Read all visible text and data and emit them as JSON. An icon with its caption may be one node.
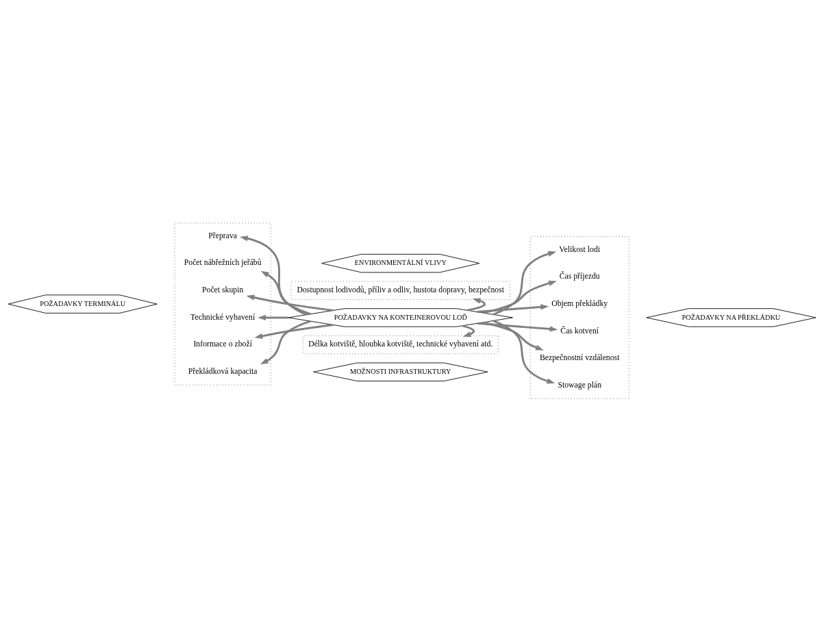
{
  "diagram": {
    "nodes": [
      {
        "text": [
          "ENVIRONMENTÁLNÍ VLIVY"
        ]
      },
      {
        "text": [
          "Dostupnost lodivodů, příliv a odliv, hustota dopravy, bezpečnost"
        ]
      },
      {
        "text": [
          "POŽADAVKY NA KONTEJNEROVOU LOĎ"
        ]
      },
      {
        "text": [
          "POŽADAVKY TERMINÁLU"
        ]
      },
      {
        "text": [],
        "shape": "box"
      },
      {
        "text": [
          "Přeprava"
        ],
        "in": 4
      },
      {
        "text": [
          "Počet nábřežních jeřábů"
        ],
        "in": 4
      },
      {
        "text": [
          "Počet skupin"
        ],
        "in": 4
      },
      {
        "text": [
          "Technické vybavení"
        ],
        "in": 4
      },
      {
        "text": [
          "Informace o zboží"
        ],
        "in": 4
      },
      {
        "text": [
          "Překládková kapacita"
        ],
        "in": 4
      },
      {
        "text": [
          "POŽADAVKY NA PŘEKLÁDKU"
        ]
      },
      {
        "text": [],
        "shape": "box"
      },
      {
        "text": [
          "Velikost lodi"
        ],
        "in": 12
      },
      {
        "text": [
          "Čas příjezdu"
        ],
        "in": 12
      },
      {
        "text": [
          "Objem překládky"
        ],
        "in": 12
      },
      {
        "text": [
          "Čas kotvení"
        ],
        "in": 12
      },
      {
        "text": [
          "Bezpečnostní vzdálenost"
        ],
        "in": 12
      },
      {
        "text": [
          "Stowage plán"
        ],
        "in": 12
      },
      {
        "text": [
          "Délka kotviště, hloubka kotviště, technické vybavení atd."
        ]
      },
      {
        "text": [
          "MOŽNOSTI INFRASTRUKTURY"
        ]
      }
    ],
    "edges": [
      {
        "from": 2,
        "to": 1,
        "arrow": "to"
      },
      {
        "from": 2,
        "to": 5,
        "arrow": "to"
      },
      {
        "from": 2,
        "to": 6,
        "arrow": "to"
      },
      {
        "from": 2,
        "to": 7,
        "arrow": "to"
      },
      {
        "from": 2,
        "to": 8,
        "arrow": "to"
      },
      {
        "from": 2,
        "to": 9,
        "arrow": "to"
      },
      {
        "from": 2,
        "to": 10,
        "arrow": "to"
      },
      {
        "from": 2,
        "to": 13,
        "arrow": "to"
      },
      {
        "from": 2,
        "to": 14,
        "arrow": "to"
      },
      {
        "from": 2,
        "to": 15,
        "arrow": "to"
      },
      {
        "from": 2,
        "to": 16,
        "arrow": "to"
      },
      {
        "from": 2,
        "to": 17,
        "arrow": "to"
      },
      {
        "from": 2,
        "to": 18,
        "arrow": "to"
      },
      {
        "from": 2,
        "to": 19,
        "arrow": "to"
      }
    ]
  }
}
